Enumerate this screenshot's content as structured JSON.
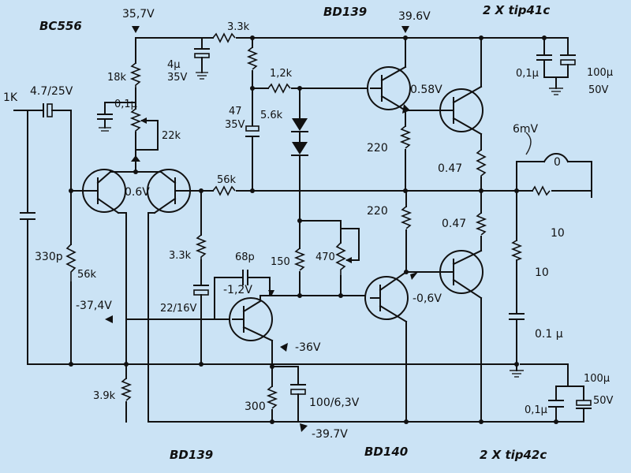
{
  "titles": {
    "bc556": "BC556",
    "bd139_top": "BD139",
    "tip41": "2 X tip41c",
    "bd139_bottom": "BD139",
    "bd140": "BD140",
    "tip42": "2 X tip42c"
  },
  "labels": {
    "v_35_7": "35,7V",
    "r_3_3k_top": "3.3k",
    "v_39_6": "39.6V",
    "r_18k": "18k",
    "c_4u": "4μ",
    "c_4u_v": "35V",
    "r_1_2k": "1,2k",
    "c_01u_top": "0,1μ",
    "c_100u_top": "100μ",
    "c_100u_top_v": "50V",
    "in_1k": "1K",
    "c_in": "4.7/25V",
    "c_01u_mid": "0,1μ",
    "v_0_58": "0.58V",
    "c_47": "47",
    "c_47_v": "35V",
    "r_5_6k": "5.6k",
    "r_22k": "22k",
    "v_0_6": "0.6V",
    "r_220_top": "220",
    "r_047_top": "0.47",
    "v_6mv": "6mV",
    "r_56k_fb": "56k",
    "r_220_bot": "220",
    "r_047_bot": "0.47",
    "r_10_a": "10",
    "c_330p": "330p",
    "r_3_3k_mid": "3.3k",
    "c_68p": "68p",
    "r_150": "150",
    "r_470": "470",
    "r_10_b": "10",
    "r_56k_in": "56k",
    "v_neg1_2": "-1,2V",
    "v_neg0_6": "-0,6V",
    "v_neg37_4": "-37,4V",
    "c_22_16": "22/16V",
    "c_01u_z": "0.1 μ",
    "v_neg36": "-36V",
    "c_100u_bot": "100μ",
    "c_01u_bot": "0,1μ",
    "c_100u_bot_v": "50V",
    "r_3_9k": "3.9k",
    "r_300": "300",
    "c_100_6_3": "100/6,3V",
    "v_neg39_7": "-39.7V",
    "spk_0": "0"
  }
}
